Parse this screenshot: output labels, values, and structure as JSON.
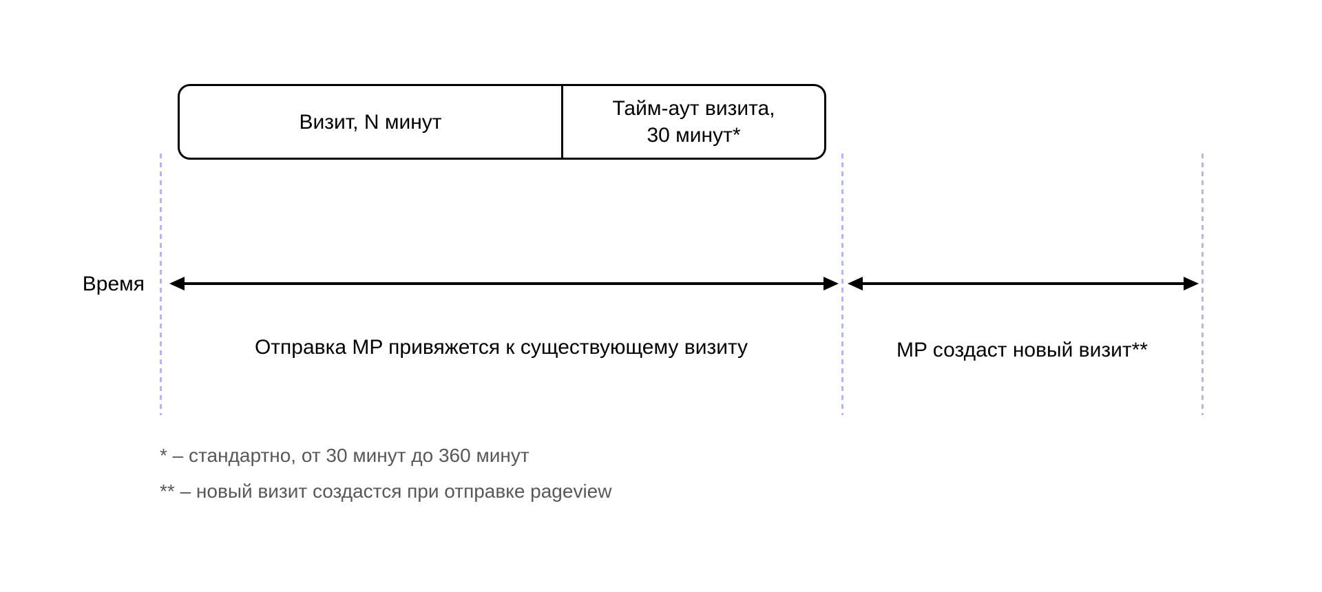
{
  "colors": {
    "background": "#ffffff",
    "line": "#000000",
    "dashed_guide": "#b3b6ee",
    "footnote_text": "#56585c"
  },
  "box": {
    "visit_label": "Визит, N минут",
    "timeout_label": "Тайм-аут визита,\n30 минут*"
  },
  "timeline": {
    "axis_label": "Время",
    "segment1_label": "Отправка MP привяжется к существующему визиту",
    "segment2_label": "MP создаст новый визит**"
  },
  "footnotes": [
    "* – стандартно, от 30 минут до 360 минут",
    "** – новый визит создастся при отправке pageview"
  ]
}
